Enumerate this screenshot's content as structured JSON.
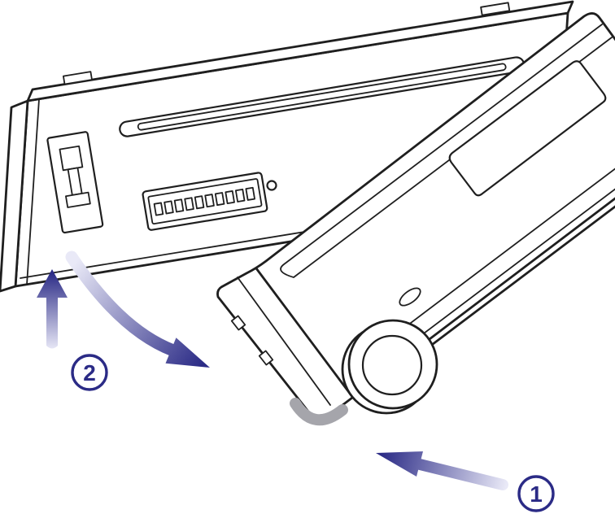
{
  "figure": {
    "type": "instruction-diagram",
    "steps": [
      {
        "label": "1"
      },
      {
        "label": "2"
      }
    ],
    "colors": {
      "line": "#1f1f1f",
      "accent": "#2b2b86",
      "accent_light": "#e9e9f7",
      "pad": "#a5a5ab",
      "background": "#ffffff"
    },
    "parts": {
      "chassis": "head-unit-chassis",
      "disc_slot": "disc-slot",
      "connector": "connector-terminal",
      "latch": "release-latch",
      "screw_hole": "screw-hole",
      "faceplate": "detachable-faceplate",
      "display": "display-window",
      "knob": "volume-knob",
      "button": "oval-button",
      "pad": "corner-grip-pad"
    }
  }
}
